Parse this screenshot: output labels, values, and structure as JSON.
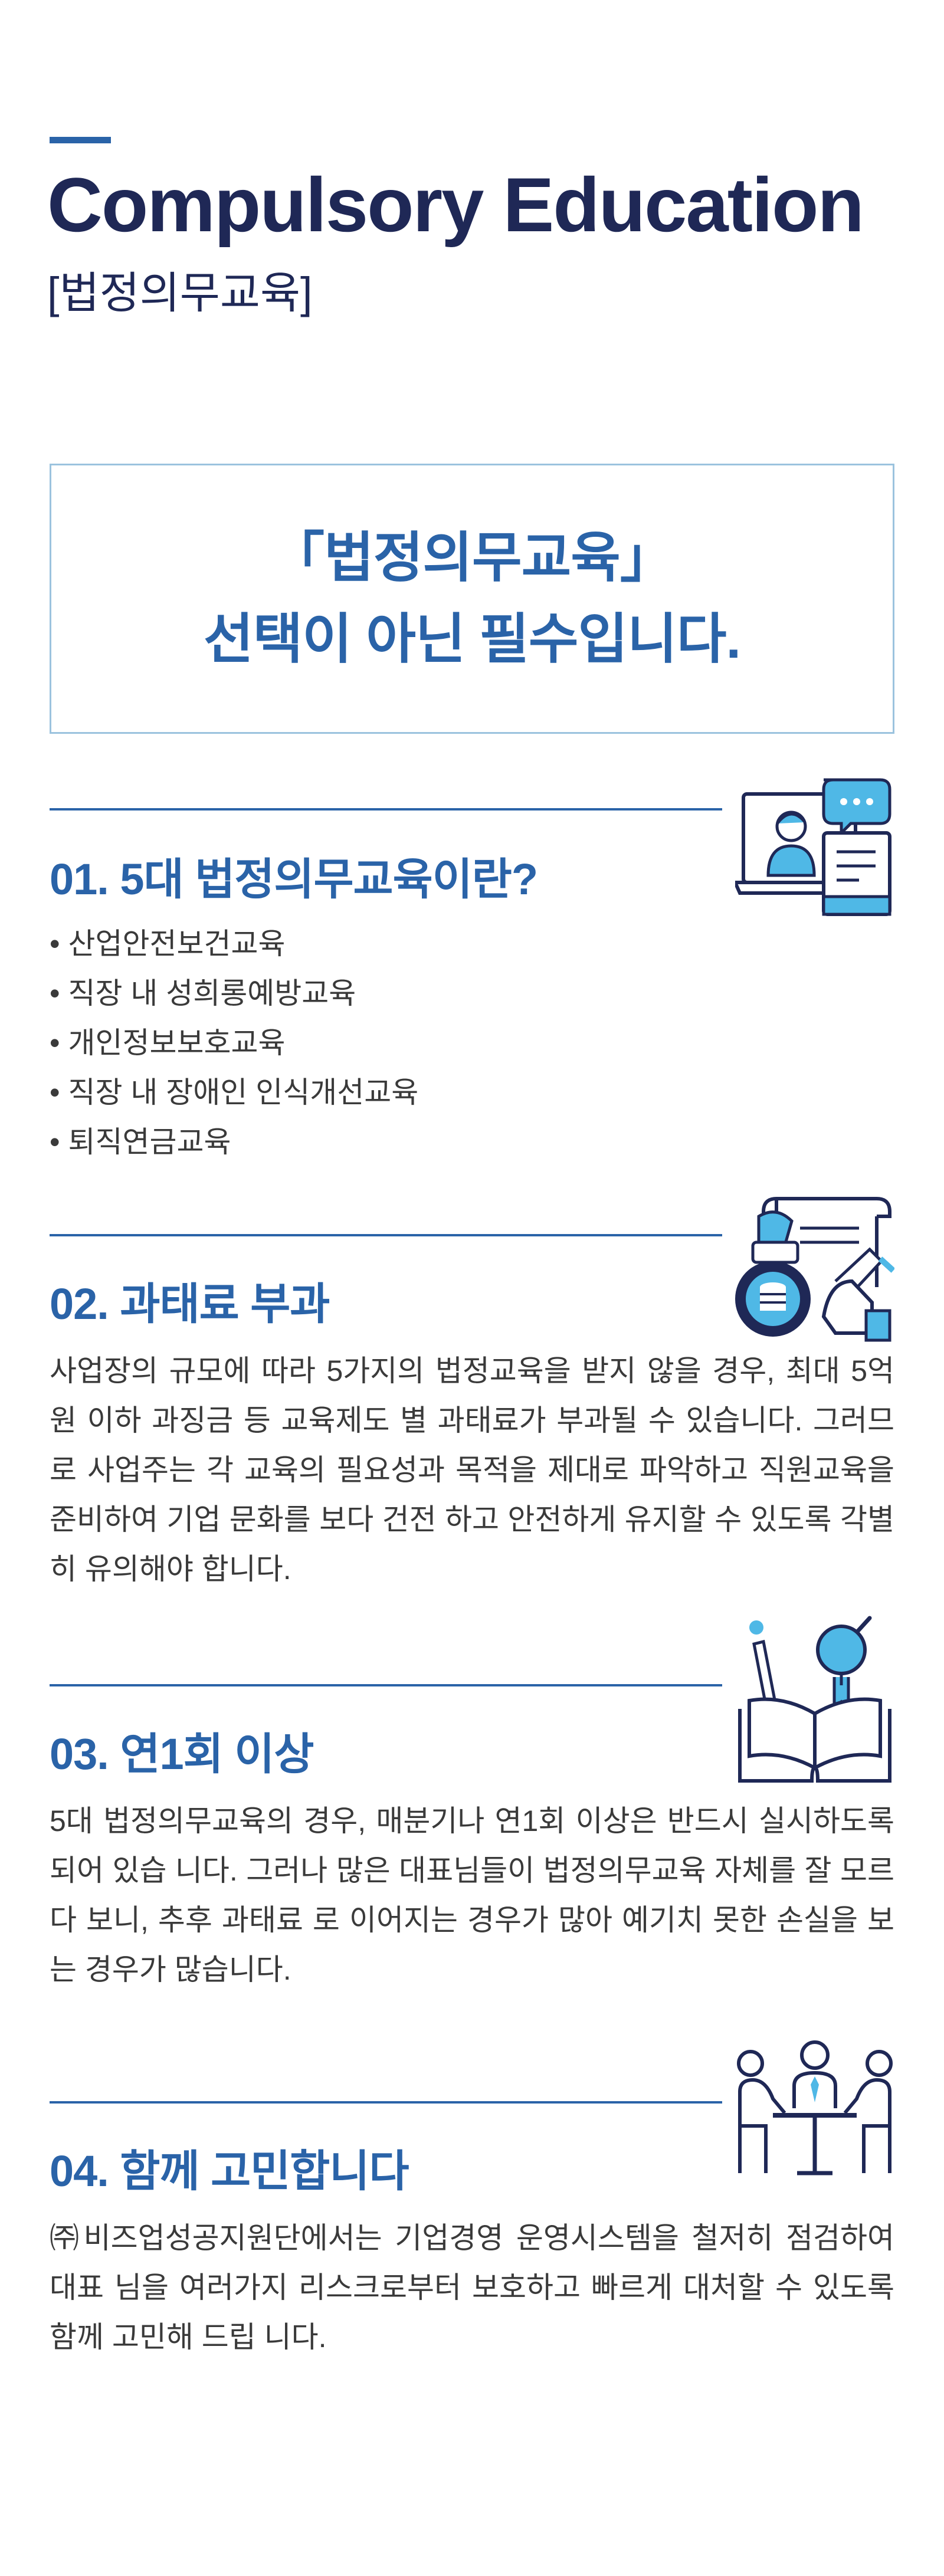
{
  "header": {
    "title": "Compulsory Education",
    "subtitle": "[법정의무교육]"
  },
  "headline": {
    "line1": "「법정의무교육」",
    "line2": "선택이 아닌 필수입니다."
  },
  "sections": [
    {
      "heading": "01. 5대 법정의무교육이란?",
      "icon": "online-consulting-icon",
      "items": [
        "산업안전보건교육",
        "직장 내 성희롱예방교육",
        "개인정보보호교육",
        "직장 내 장애인 인식개선교육",
        "퇴직연금교육"
      ]
    },
    {
      "heading": "02. 과태료 부과",
      "icon": "money-contract-icon",
      "body": "사업장의 규모에 따라 5가지의 법정교육을 받지 않을 경우, 최대 5억원 이하 과징금 등 교육제도 별 과태료가 부과될 수 있습니다. 그러므로 사업주는 각 교육의 필요성과 목적을 제대로 파악하고 직원교육을 준비하여 기업 문화를 보다 건전 하고 안전하게 유지할 수 있도록 각별히 유의해야 합니다."
    },
    {
      "heading": "03. 연1회 이상",
      "icon": "open-book-icon",
      "body": "5대 법정의무교육의 경우, 매분기나 연1회 이상은 반드시 실시하도록 되어 있습 니다. 그러나 많은 대표님들이 법정의무교육 자체를 잘 모르다 보니, 추후 과태료 로 이어지는 경우가 많아 예기치 못한 손실을 보는 경우가 많습니다."
    },
    {
      "heading": "04. 함께 고민합니다",
      "icon": "meeting-icon",
      "body": "㈜비즈업성공지원단에서는 기업경영 운영시스템을 철저히 점검하여 대표 님을 여러가지 리스크로부터 보호하고 빠르게 대처할 수 있도록 함께 고민해 드립 니다."
    }
  ],
  "colors": {
    "navy": "#1f2856",
    "blue": "#2a63a8",
    "light_blue": "#4fb8e6",
    "box_border": "#9bc3de",
    "text": "#3a3a3a"
  }
}
